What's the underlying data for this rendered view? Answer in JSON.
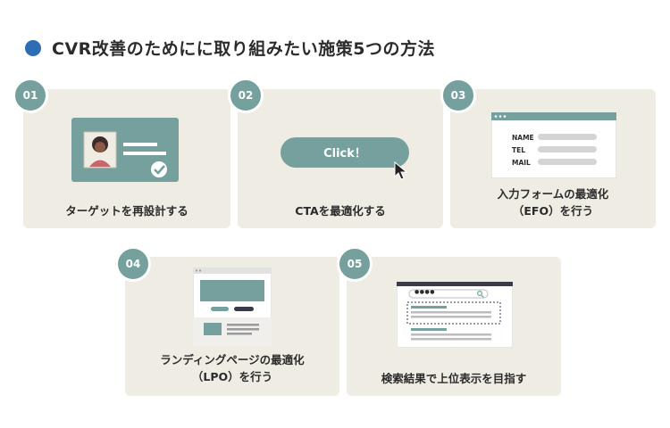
{
  "title": "CVR改善のためにに取り組みたい施策5つの方法",
  "colors": {
    "accent": "#2d6db5",
    "teal": "#75a09d",
    "card": "#efece3"
  },
  "cards": [
    {
      "number": "01",
      "caption_line1": "ターゲットを再設計する",
      "caption_line2": "",
      "icon": "persona-card-icon"
    },
    {
      "number": "02",
      "caption_line1": "CTAを最適化する",
      "caption_line2": "",
      "icon": "click-button-icon",
      "button_label": "Click！"
    },
    {
      "number": "03",
      "caption_line1": "入力フォームの最適化",
      "caption_line2": "（EFO）を行う",
      "icon": "form-icon",
      "form_labels": [
        "NAME",
        "TEL",
        "MAIL"
      ]
    },
    {
      "number": "04",
      "caption_line1": "ランディングページの最適化",
      "caption_line2": "（LPO）を行う",
      "icon": "landing-page-icon"
    },
    {
      "number": "05",
      "caption_line1": "検索結果で上位表示を目指す",
      "caption_line2": "",
      "icon": "search-results-icon",
      "search_text": "●●●●"
    }
  ]
}
